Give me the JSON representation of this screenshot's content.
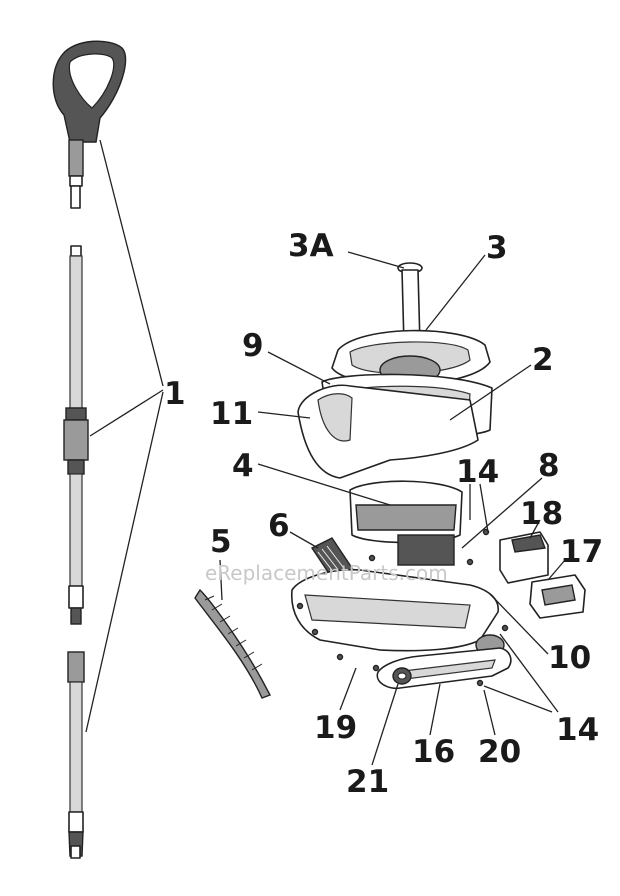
{
  "watermark": "eReplacementParts.com",
  "labels": {
    "l1": "1",
    "l2": "2",
    "l3": "3",
    "l3a": "3A",
    "l4": "4",
    "l5": "5",
    "l6": "6",
    "l8": "8",
    "l9": "9",
    "l10": "10",
    "l11": "11",
    "l14a": "14",
    "l14b": "14",
    "l16": "16",
    "l17": "17",
    "l18": "18",
    "l19": "19",
    "l20": "20",
    "l21": "21"
  }
}
